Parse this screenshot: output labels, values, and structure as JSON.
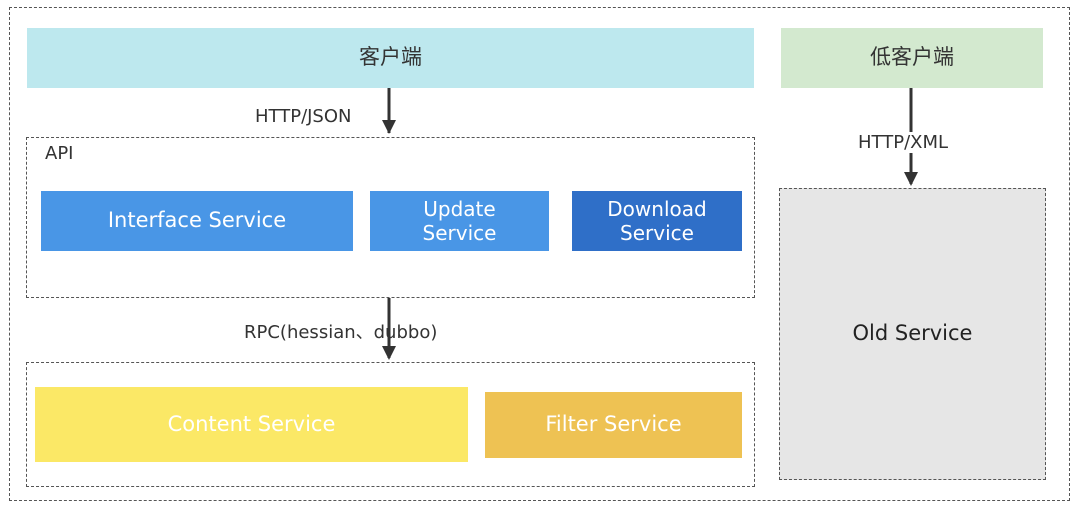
{
  "client": {
    "label": "客户端"
  },
  "low_client": {
    "label": "低客户端"
  },
  "api": {
    "label": "API"
  },
  "services": {
    "interface": "Interface Service",
    "update": "Update\nService",
    "download": "Download\nService",
    "content": "Content Service",
    "filter": "Filter Service",
    "old": "Old Service"
  },
  "protocols": {
    "http_json": "HTTP/JSON",
    "rpc": "RPC(hessian、dubbo)",
    "http_xml": "HTTP/XML"
  },
  "colors": {
    "client": "#bde8ee",
    "low_client": "#d3e9cf",
    "service_blue": "#4996e6",
    "service_dark_blue": "#2f6fc8",
    "content_yellow": "#fbe866",
    "filter_orange": "#eec253",
    "old_gray": "#e6e6e6"
  }
}
